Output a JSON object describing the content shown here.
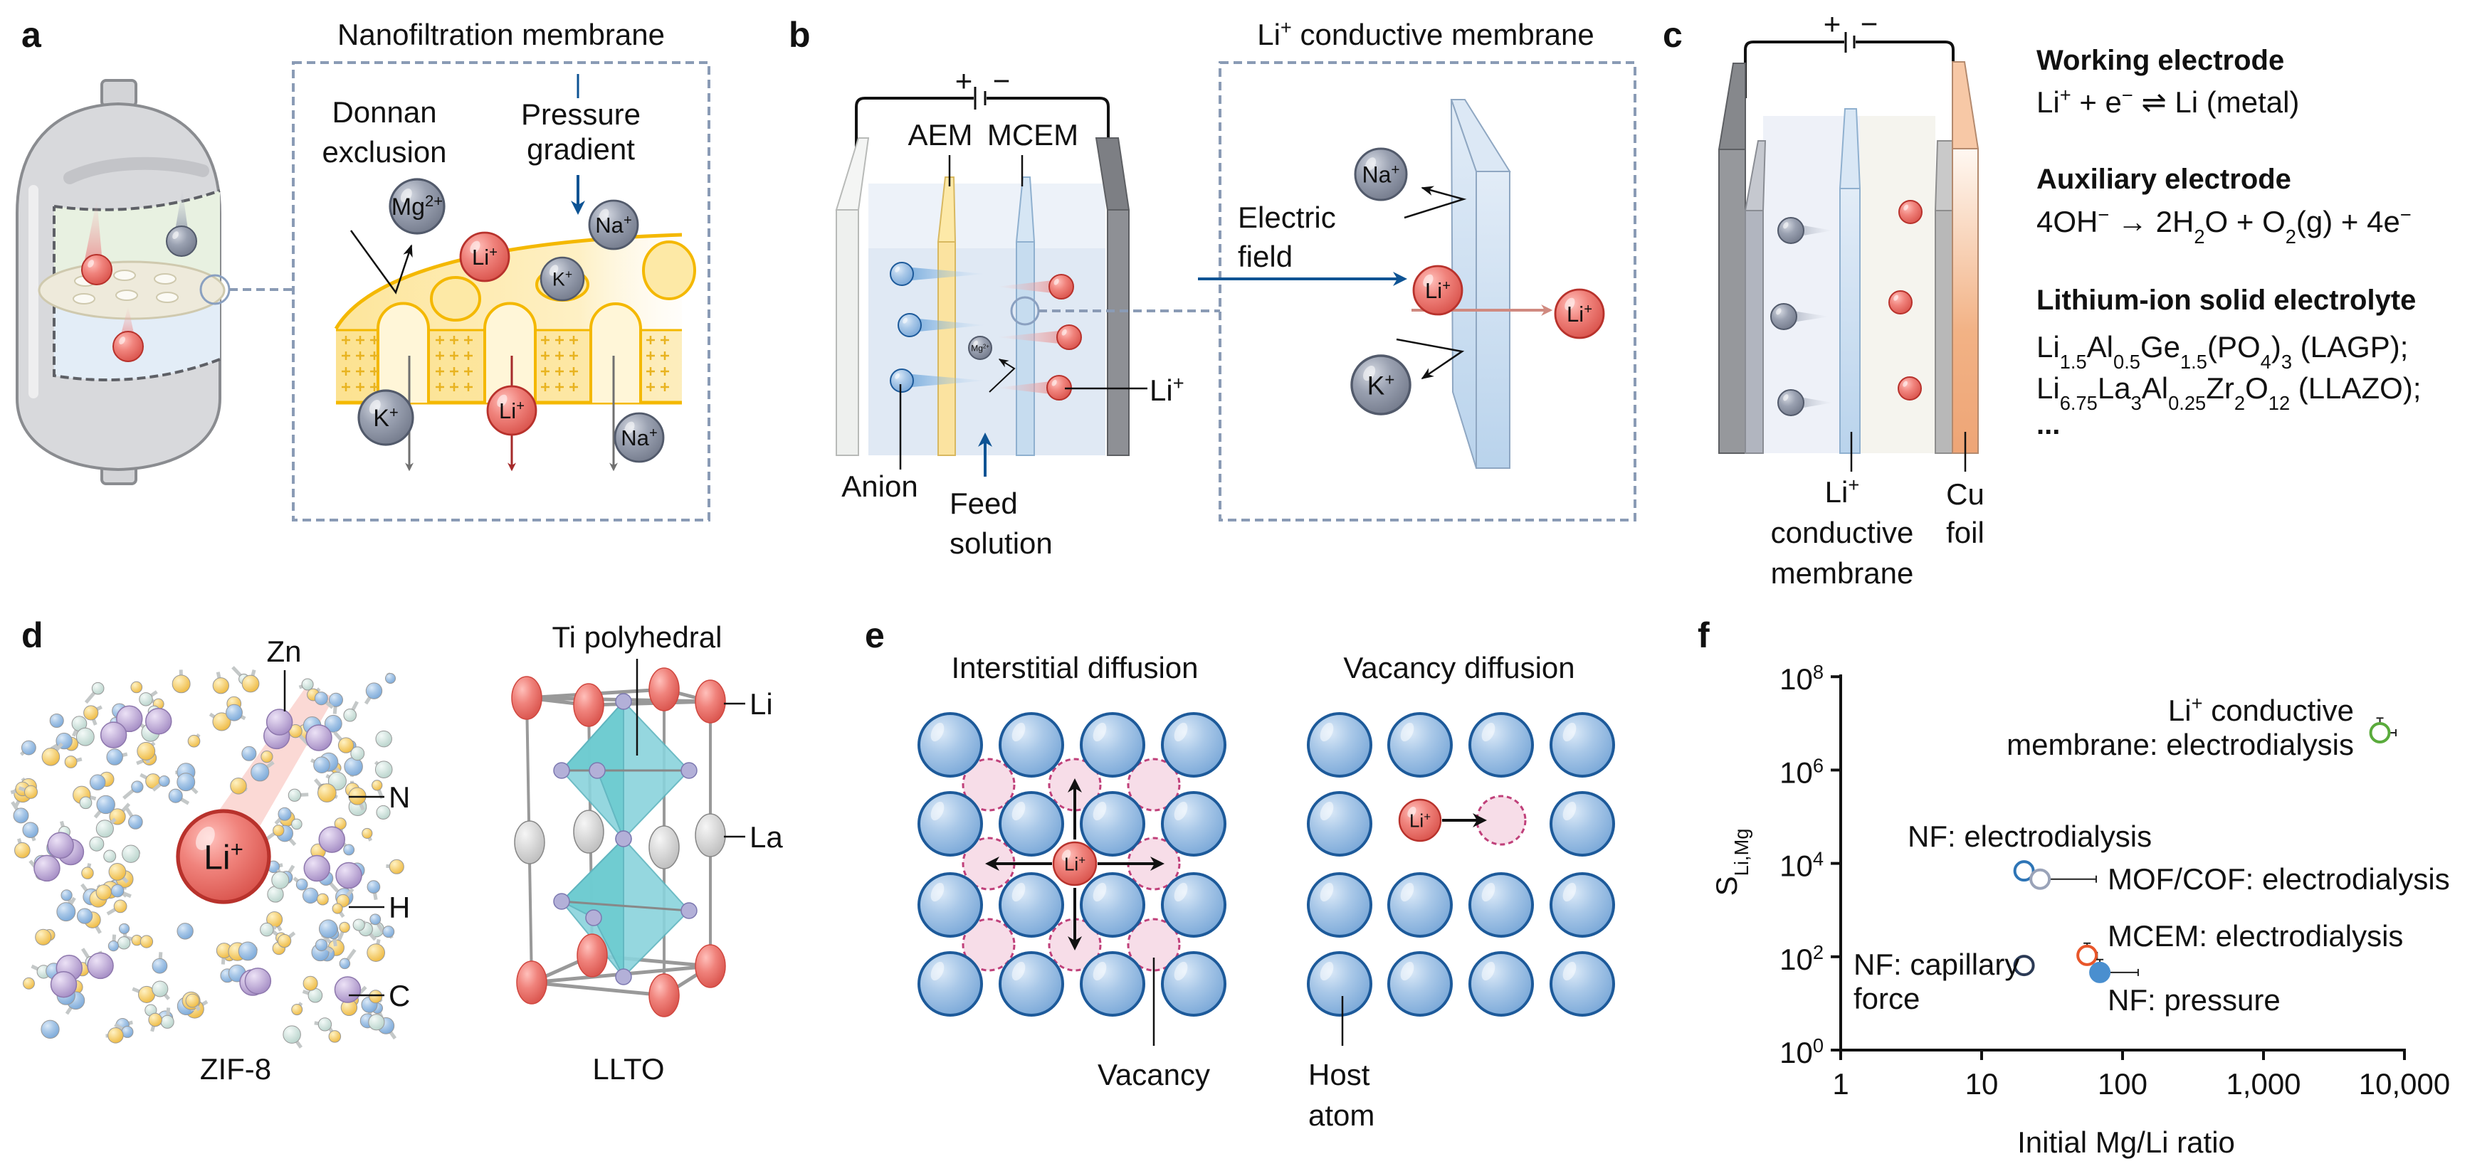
{
  "panel_labels": {
    "a": "a",
    "b": "b",
    "c": "c",
    "d": "d",
    "e": "e",
    "f": "f"
  },
  "panel_a": {
    "title": "Nanofiltration membrane",
    "donnan_line1": "Donnan",
    "donnan_line2": "exclusion",
    "pressure_line1": "Pressure",
    "pressure_line2": "gradient",
    "ions": {
      "mg": [
        [
          "Mg",
          ""
        ],
        [
          "2+",
          "sup"
        ]
      ],
      "li": [
        [
          "Li",
          ""
        ],
        [
          "+",
          "sup"
        ]
      ],
      "na": [
        [
          "Na",
          ""
        ],
        [
          "+",
          "sup"
        ]
      ],
      "k": [
        [
          "K",
          ""
        ],
        [
          "+",
          "sup"
        ]
      ]
    }
  },
  "panel_b": {
    "plus": "+",
    "minus": "−",
    "aem": "AEM",
    "mcem": "MCEM",
    "anion": "Anion",
    "feed_line1": "Feed",
    "feed_line2": "solution",
    "li_label": [
      [
        "Li",
        ""
      ],
      [
        "+",
        "sup"
      ]
    ],
    "mg_small": [
      [
        "Mg",
        ""
      ],
      [
        "2+",
        "sup"
      ]
    ],
    "box_title": [
      [
        "Li",
        ""
      ],
      [
        "+",
        "sup"
      ],
      [
        " conductive membrane",
        ""
      ]
    ],
    "electric_line1": "Electric",
    "electric_line2": "field",
    "ions": {
      "na": [
        [
          "Na",
          ""
        ],
        [
          "+",
          "sup"
        ]
      ],
      "li": [
        [
          "Li",
          ""
        ],
        [
          "+",
          "sup"
        ]
      ],
      "k": [
        [
          "K",
          ""
        ],
        [
          "+",
          "sup"
        ]
      ]
    }
  },
  "panel_c": {
    "plus": "+",
    "minus": "−",
    "membrane_label_line1": [
      [
        "Li",
        ""
      ],
      [
        "+",
        "sup"
      ]
    ],
    "membrane_label_line2": "conductive",
    "membrane_label_line3": "membrane",
    "cu_line1": "Cu",
    "cu_line2": "foil",
    "working_title": "Working electrode",
    "working_eq": [
      [
        "Li",
        ""
      ],
      [
        "+",
        "sup"
      ],
      [
        " + e",
        ""
      ],
      [
        "−",
        "sup"
      ],
      [
        " ⇌ Li (metal)",
        ""
      ]
    ],
    "aux_title": "Auxiliary electrode",
    "aux_eq": [
      [
        "4OH",
        ""
      ],
      [
        "−",
        "sup"
      ],
      [
        " → 2H",
        ""
      ],
      [
        "2",
        "sub"
      ],
      [
        "O + O",
        ""
      ],
      [
        "2",
        "sub"
      ],
      [
        "(g) + 4e",
        ""
      ],
      [
        "−",
        "sup"
      ]
    ],
    "solid_title": "Lithium-ion solid electrolyte",
    "lagp": [
      [
        "Li",
        ""
      ],
      [
        "1.5",
        "sub"
      ],
      [
        "Al",
        ""
      ],
      [
        "0.5",
        "sub"
      ],
      [
        "Ge",
        ""
      ],
      [
        "1.5",
        "sub"
      ],
      [
        "(PO",
        ""
      ],
      [
        "4",
        "sub"
      ],
      [
        ")",
        ""
      ],
      [
        "3",
        "sub"
      ],
      [
        " (LAGP);",
        ""
      ]
    ],
    "llazo": [
      [
        "Li",
        ""
      ],
      [
        "6.75",
        "sub"
      ],
      [
        "La",
        ""
      ],
      [
        "3",
        "sub"
      ],
      [
        "Al",
        ""
      ],
      [
        "0.25",
        "sub"
      ],
      [
        "Zr",
        ""
      ],
      [
        "2",
        "sub"
      ],
      [
        "O",
        ""
      ],
      [
        "12",
        "sub"
      ],
      [
        " (LLAZO);",
        ""
      ]
    ],
    "ellipsis": "..."
  },
  "panel_d": {
    "zn": "Zn",
    "n": "N",
    "h": "H",
    "c": "C",
    "zif8": "ZIF-8",
    "li_ion": [
      [
        "Li",
        ""
      ],
      [
        "+",
        "sup"
      ]
    ],
    "ti": "Ti polyhedral",
    "li": "Li",
    "la": "La",
    "llto": "LLTO"
  },
  "panel_e": {
    "interstitial": "Interstitial diffusion",
    "vacancy_diffusion": "Vacancy diffusion",
    "li_ion": [
      [
        "Li",
        ""
      ],
      [
        "+",
        "sup"
      ]
    ],
    "vacancy": "Vacancy",
    "host_line1": "Host",
    "host_line2": "atom"
  },
  "chart_data": {
    "type": "scatter",
    "xlabel": "Initial Mg/Li ratio",
    "ylabel": [
      [
        "S",
        ""
      ],
      [
        "Li,Mg",
        "sub"
      ]
    ],
    "x_scale": "log",
    "y_scale": "log",
    "xlim": [
      1,
      10000
    ],
    "ylim": [
      1,
      100000000
    ],
    "x_ticks": [
      {
        "value": 1,
        "label": "1"
      },
      {
        "value": 10,
        "label": "10"
      },
      {
        "value": 100,
        "label": "100"
      },
      {
        "value": 1000,
        "label": "1,000"
      },
      {
        "value": 10000,
        "label": "10,000"
      }
    ],
    "y_ticks": [
      {
        "value": 1,
        "label": [
          [
            "10",
            ""
          ],
          [
            "0",
            "sup"
          ]
        ]
      },
      {
        "value": 100,
        "label": [
          [
            "10",
            ""
          ],
          [
            "2",
            "sup"
          ]
        ]
      },
      {
        "value": 10000,
        "label": [
          [
            "10",
            ""
          ],
          [
            "4",
            "sup"
          ]
        ]
      },
      {
        "value": 1000000,
        "label": [
          [
            "10",
            ""
          ],
          [
            "6",
            "sup"
          ]
        ]
      },
      {
        "value": 100000000,
        "label": [
          [
            "10",
            ""
          ],
          [
            "8",
            "sup"
          ]
        ]
      }
    ],
    "grid": false,
    "points": [
      {
        "label_lines": [
          [
            [
              "Li",
              ""
            ],
            [
              "+",
              "sup"
            ],
            [
              " conductive",
              ""
            ]
          ],
          [
            [
              "membrane: electrodialysis",
              ""
            ]
          ]
        ],
        "x": 6700,
        "y": 6300000,
        "x_err_plus": 8700,
        "y_err_plus": 13000000,
        "marker": "open",
        "color": "#5aab3c"
      },
      {
        "label_lines": [
          [
            [
              "NF: electrodialysis",
              ""
            ]
          ]
        ],
        "x": 20,
        "y": 6900,
        "x_err_plus": null,
        "y_err_plus": 7800,
        "marker": "open",
        "color": "#2e75b6"
      },
      {
        "label_lines": [
          [
            [
              "MOF/COF: electrodialysis",
              ""
            ]
          ]
        ],
        "x": 26,
        "y": 4600,
        "x_err_plus": 65,
        "y_err_plus": null,
        "marker": "open",
        "color": "#9aa3b8"
      },
      {
        "label_lines": [
          [
            [
              "MCEM: electrodialysis",
              ""
            ]
          ]
        ],
        "x": 56,
        "y": 107,
        "x_err_plus": 66,
        "y_err_plus": 195,
        "marker": "open",
        "color": "#e8562a"
      },
      {
        "label_lines": [
          [
            [
              "NF: pressure",
              ""
            ]
          ]
        ],
        "x": 69,
        "y": 46,
        "x_err_plus": 129,
        "y_err_plus": 87,
        "marker": "filled",
        "color": "#4a8fcf"
      },
      {
        "label_lines": [
          [
            [
              "NF: capillary",
              ""
            ]
          ],
          [
            [
              "force",
              ""
            ]
          ]
        ],
        "x": 20,
        "y": 65,
        "x_err_plus": null,
        "y_err_plus": null,
        "marker": "open",
        "color": "#2b3a55"
      }
    ]
  }
}
